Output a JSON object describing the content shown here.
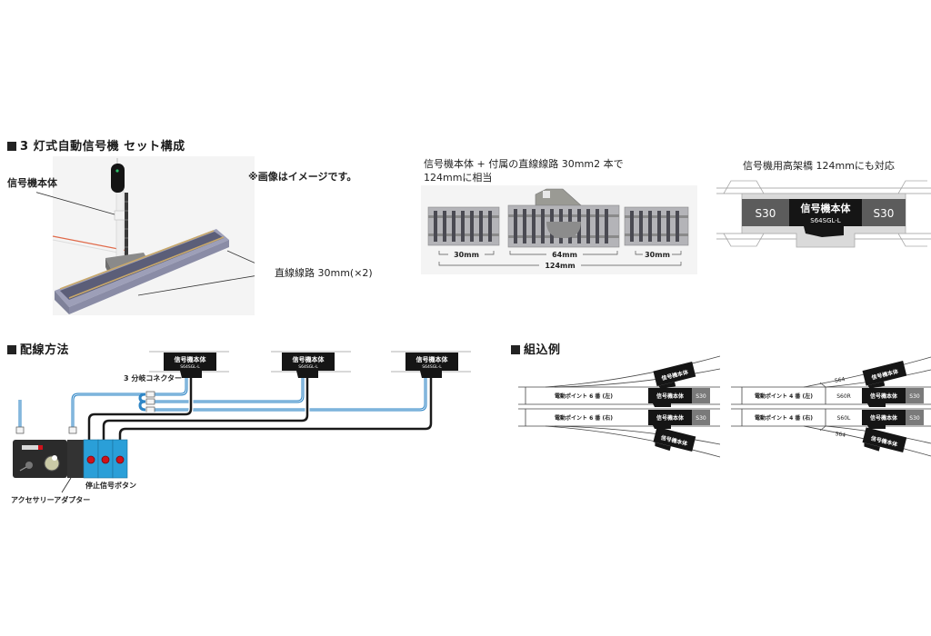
{
  "set_section": {
    "title": "3 灯式自動信号機 セット構成",
    "signal_label": "信号機本体",
    "image_note": "※画像はイメージです。",
    "track_label": "直線線路 30mm(×2)"
  },
  "length_section": {
    "caption_line1": "信号機本体 + 付属の直線線路 30mm2 本で",
    "caption_line2": "124mmに相当",
    "dims": {
      "left": "30mm",
      "center": "64mm",
      "right": "30mm",
      "total": "124mm"
    }
  },
  "viaduct_section": {
    "caption": "信号機用高架橋 124mmにも対応",
    "left_block": "S30",
    "right_block": "S30",
    "center_title": "信号機本体",
    "center_model": "S64SGL-L"
  },
  "wiring_section": {
    "title": "配線方法",
    "signals": [
      {
        "title": "信号機本体",
        "model": "S64SGL-L"
      },
      {
        "title": "信号機本体",
        "model": "S64SGL-L"
      },
      {
        "title": "信号機本体",
        "model": "S64SGL-L"
      }
    ],
    "connector_label": "3 分岐コネクター",
    "stop_button_label": "停止信号ボタン",
    "adapter_label": "アクセサリーアダプター",
    "colors": {
      "blue_wire": "#2f86c6",
      "black_wire": "#1a1a1a",
      "button_box": "#2a9fd8",
      "button_red": "#d0121b",
      "adapter_body": "#2b2b2b"
    }
  },
  "example_section": {
    "title": "組込例",
    "left_example": {
      "upper_label": "電動ポイント 6 番 (左)",
      "lower_label": "電動ポイント 6 番 (右)",
      "signal_label": "信号機本体",
      "block": "S30"
    },
    "right_example": {
      "upper_label": "電動ポイント 4 番 (左)",
      "lower_label": "電動ポイント 4 番 (右)",
      "signal_label": "信号機本体",
      "block": "S30",
      "curve_top": "S64",
      "curve_bottom": "S64",
      "straight_top": "S60R",
      "straight_bottom": "S60L"
    }
  }
}
